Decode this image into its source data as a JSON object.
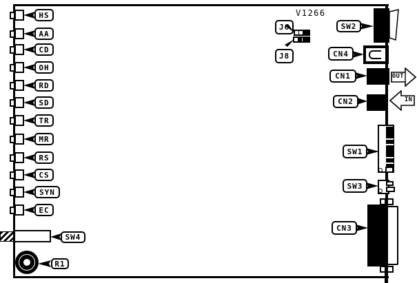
{
  "diagram": {
    "part_number": "V1266",
    "led_labels": [
      "HS",
      "AA",
      "CD",
      "OH",
      "RD",
      "SD",
      "TR",
      "MR",
      "RS",
      "CS",
      "SYN",
      "EC"
    ],
    "jumpers": {
      "j6": "J6",
      "j8": "J8"
    },
    "components": {
      "sw1": "SW1",
      "sw2": "SW2",
      "sw3": "SW3",
      "sw4": "SW4",
      "cn1": "CN1",
      "cn2": "CN2",
      "cn3": "CN3",
      "cn4": "CN4",
      "r1": "R1"
    },
    "arrows": {
      "out": "OUT",
      "in": "IN"
    },
    "colors": {
      "ink": "#000000",
      "background": "#ffffff"
    }
  }
}
